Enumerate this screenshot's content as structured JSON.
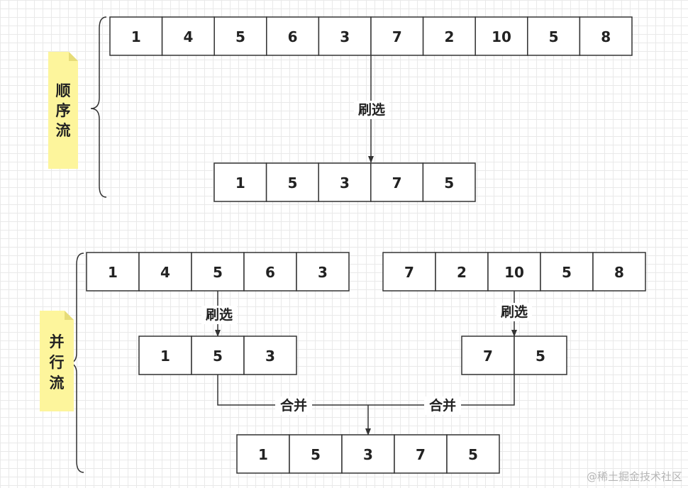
{
  "colors": {
    "line": "#333333",
    "note": "#fdf59c",
    "fold": "#e6dc78",
    "label_bg": "#ffffff"
  },
  "sequential": {
    "label": [
      "顺",
      "序",
      "流"
    ],
    "source": [
      "1",
      "4",
      "5",
      "6",
      "3",
      "7",
      "2",
      "10",
      "5",
      "8"
    ],
    "filter_label": "刷选",
    "result": [
      "1",
      "5",
      "3",
      "7",
      "5"
    ]
  },
  "parallel": {
    "label": [
      "并",
      "行",
      "流"
    ],
    "left_source": [
      "1",
      "4",
      "5",
      "6",
      "3"
    ],
    "right_source": [
      "7",
      "2",
      "10",
      "5",
      "8"
    ],
    "left_filter_label": "刷选",
    "right_filter_label": "刷选",
    "left_result": [
      "1",
      "5",
      "3"
    ],
    "right_result": [
      "7",
      "5"
    ],
    "left_merge_label": "合并",
    "right_merge_label": "合并",
    "merged": [
      "1",
      "5",
      "3",
      "7",
      "5"
    ]
  },
  "watermark": "@稀土掘金技术社区"
}
